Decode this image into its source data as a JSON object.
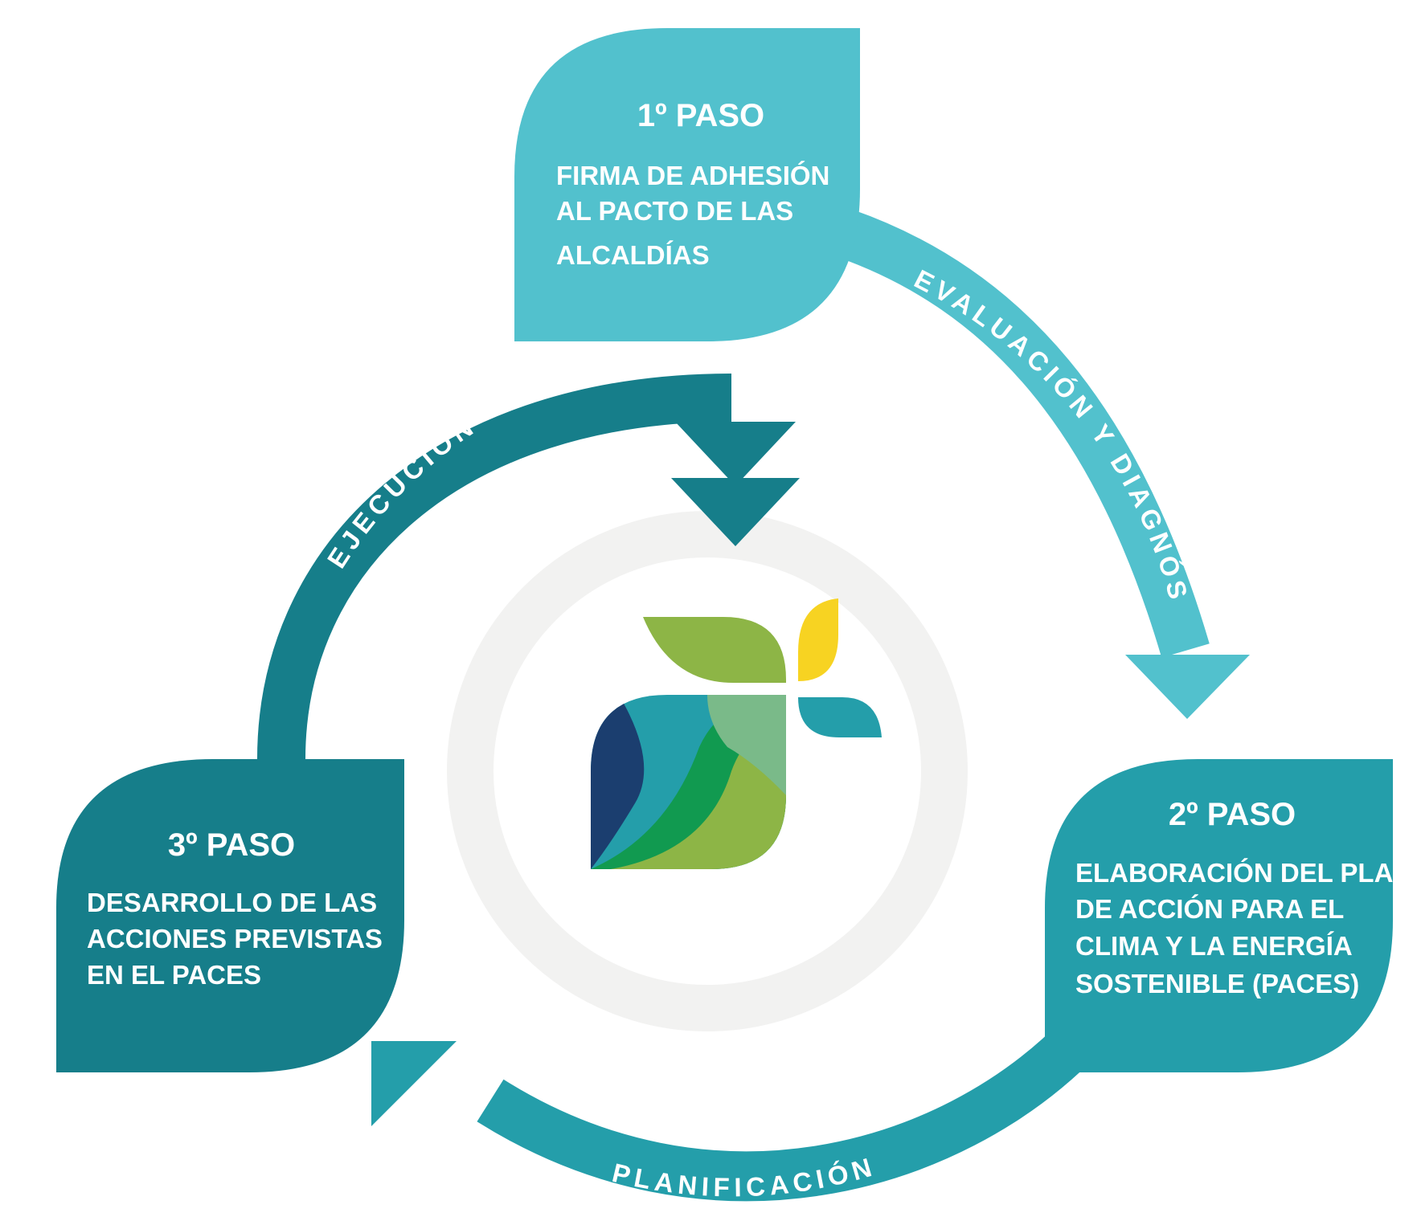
{
  "steps": [
    {
      "title": "1º PASO",
      "lines": [
        "FIRMA DE ADHESIÓN",
        "AL PACTO DE LAS",
        "ALCALDÍAS"
      ],
      "color": "#52c1cd"
    },
    {
      "title": "2º PASO",
      "lines": [
        "ELABORACIÓN DEL PLAN",
        "DE ACCIÓN PARA EL",
        "CLIMA Y LA ENERGÍA",
        "SOSTENIBLE (PACES)"
      ],
      "color": "#249eaa"
    },
    {
      "title": "3º PASO",
      "lines": [
        "DESARROLLO DE LAS",
        "ACCIONES PREVISTAS",
        "EN EL PACES"
      ],
      "color": "#167e8a"
    }
  ],
  "arcs": {
    "evaluacion": {
      "label": "EVALUACIÓN Y DIAGNÓSIS",
      "color": "#52c1cd"
    },
    "planificacion": {
      "label": "PLANIFICACIÓN",
      "color": "#249eaa"
    },
    "ejecucion": {
      "label": "EJECUCIÓN",
      "color": "#167e8a"
    }
  },
  "logo": {
    "colors": {
      "green_leaf": "#8db546",
      "yellow_leaf": "#f7d322",
      "teal_leaf": "#249eaa",
      "navy": "#1b3e6f",
      "teal": "#249eaa",
      "dark_green": "#119a50",
      "light_green": "#8db546",
      "mint": "#7aba89"
    }
  },
  "background_ring_color": "#f2f2f1"
}
